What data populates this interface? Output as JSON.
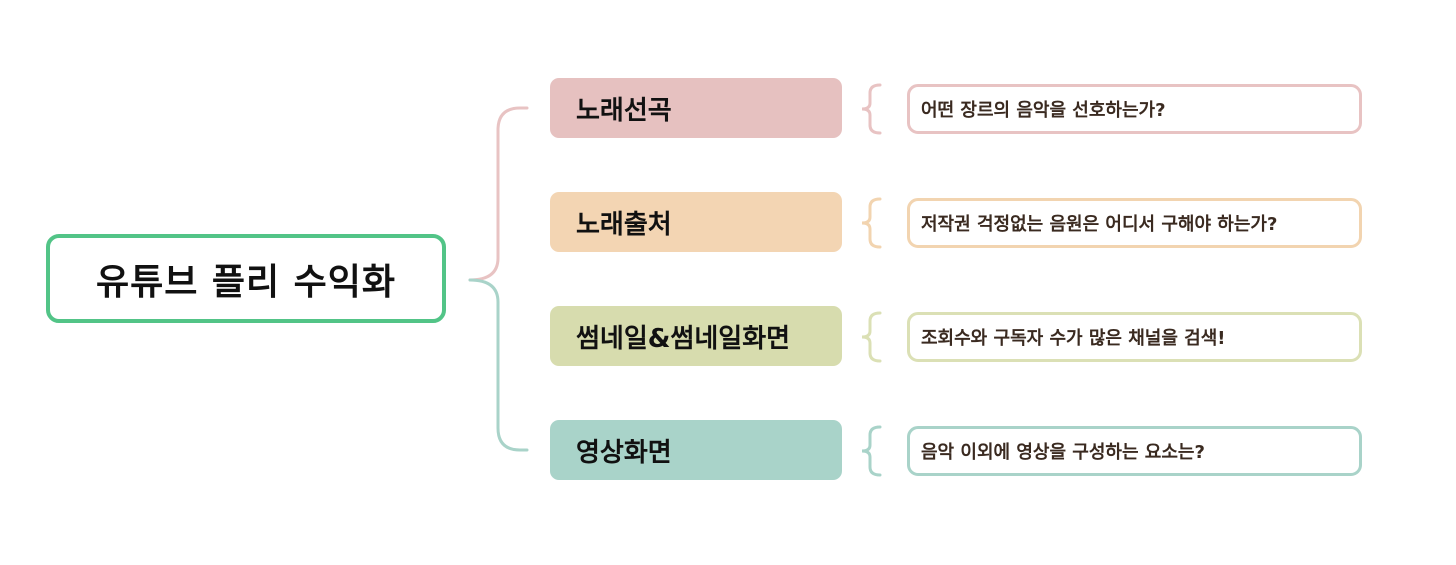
{
  "root": {
    "label": "유튜브 플리 수익화",
    "border_color": "#52c487"
  },
  "branches": [
    {
      "label": "노래선곡",
      "fill": "#e6c1c0",
      "note": "어떤 장르의 음악을 선호하는가?",
      "note_border": "#e8c3c3",
      "connector_color": "#e8c3c3"
    },
    {
      "label": "노래출처",
      "fill": "#f3d5b3",
      "note": "저작권 걱정없는 음원은 어디서 구해야 하는가?",
      "note_border": "#f2d4b0",
      "connector_color": "#e8c3c3"
    },
    {
      "label": "썸네일&썸네일화면",
      "fill": "#d7dcae",
      "note": "조회수와 구독자 수가 많은 채널을 검색!",
      "note_border": "#dbe0b5",
      "connector_color": "#a9d3c9"
    },
    {
      "label": "영상화면",
      "fill": "#a9d3c9",
      "note": "음악 이외에 영상을 구성하는 요소는?",
      "note_border": "#a9d3c9",
      "connector_color": "#a9d3c9"
    }
  ]
}
